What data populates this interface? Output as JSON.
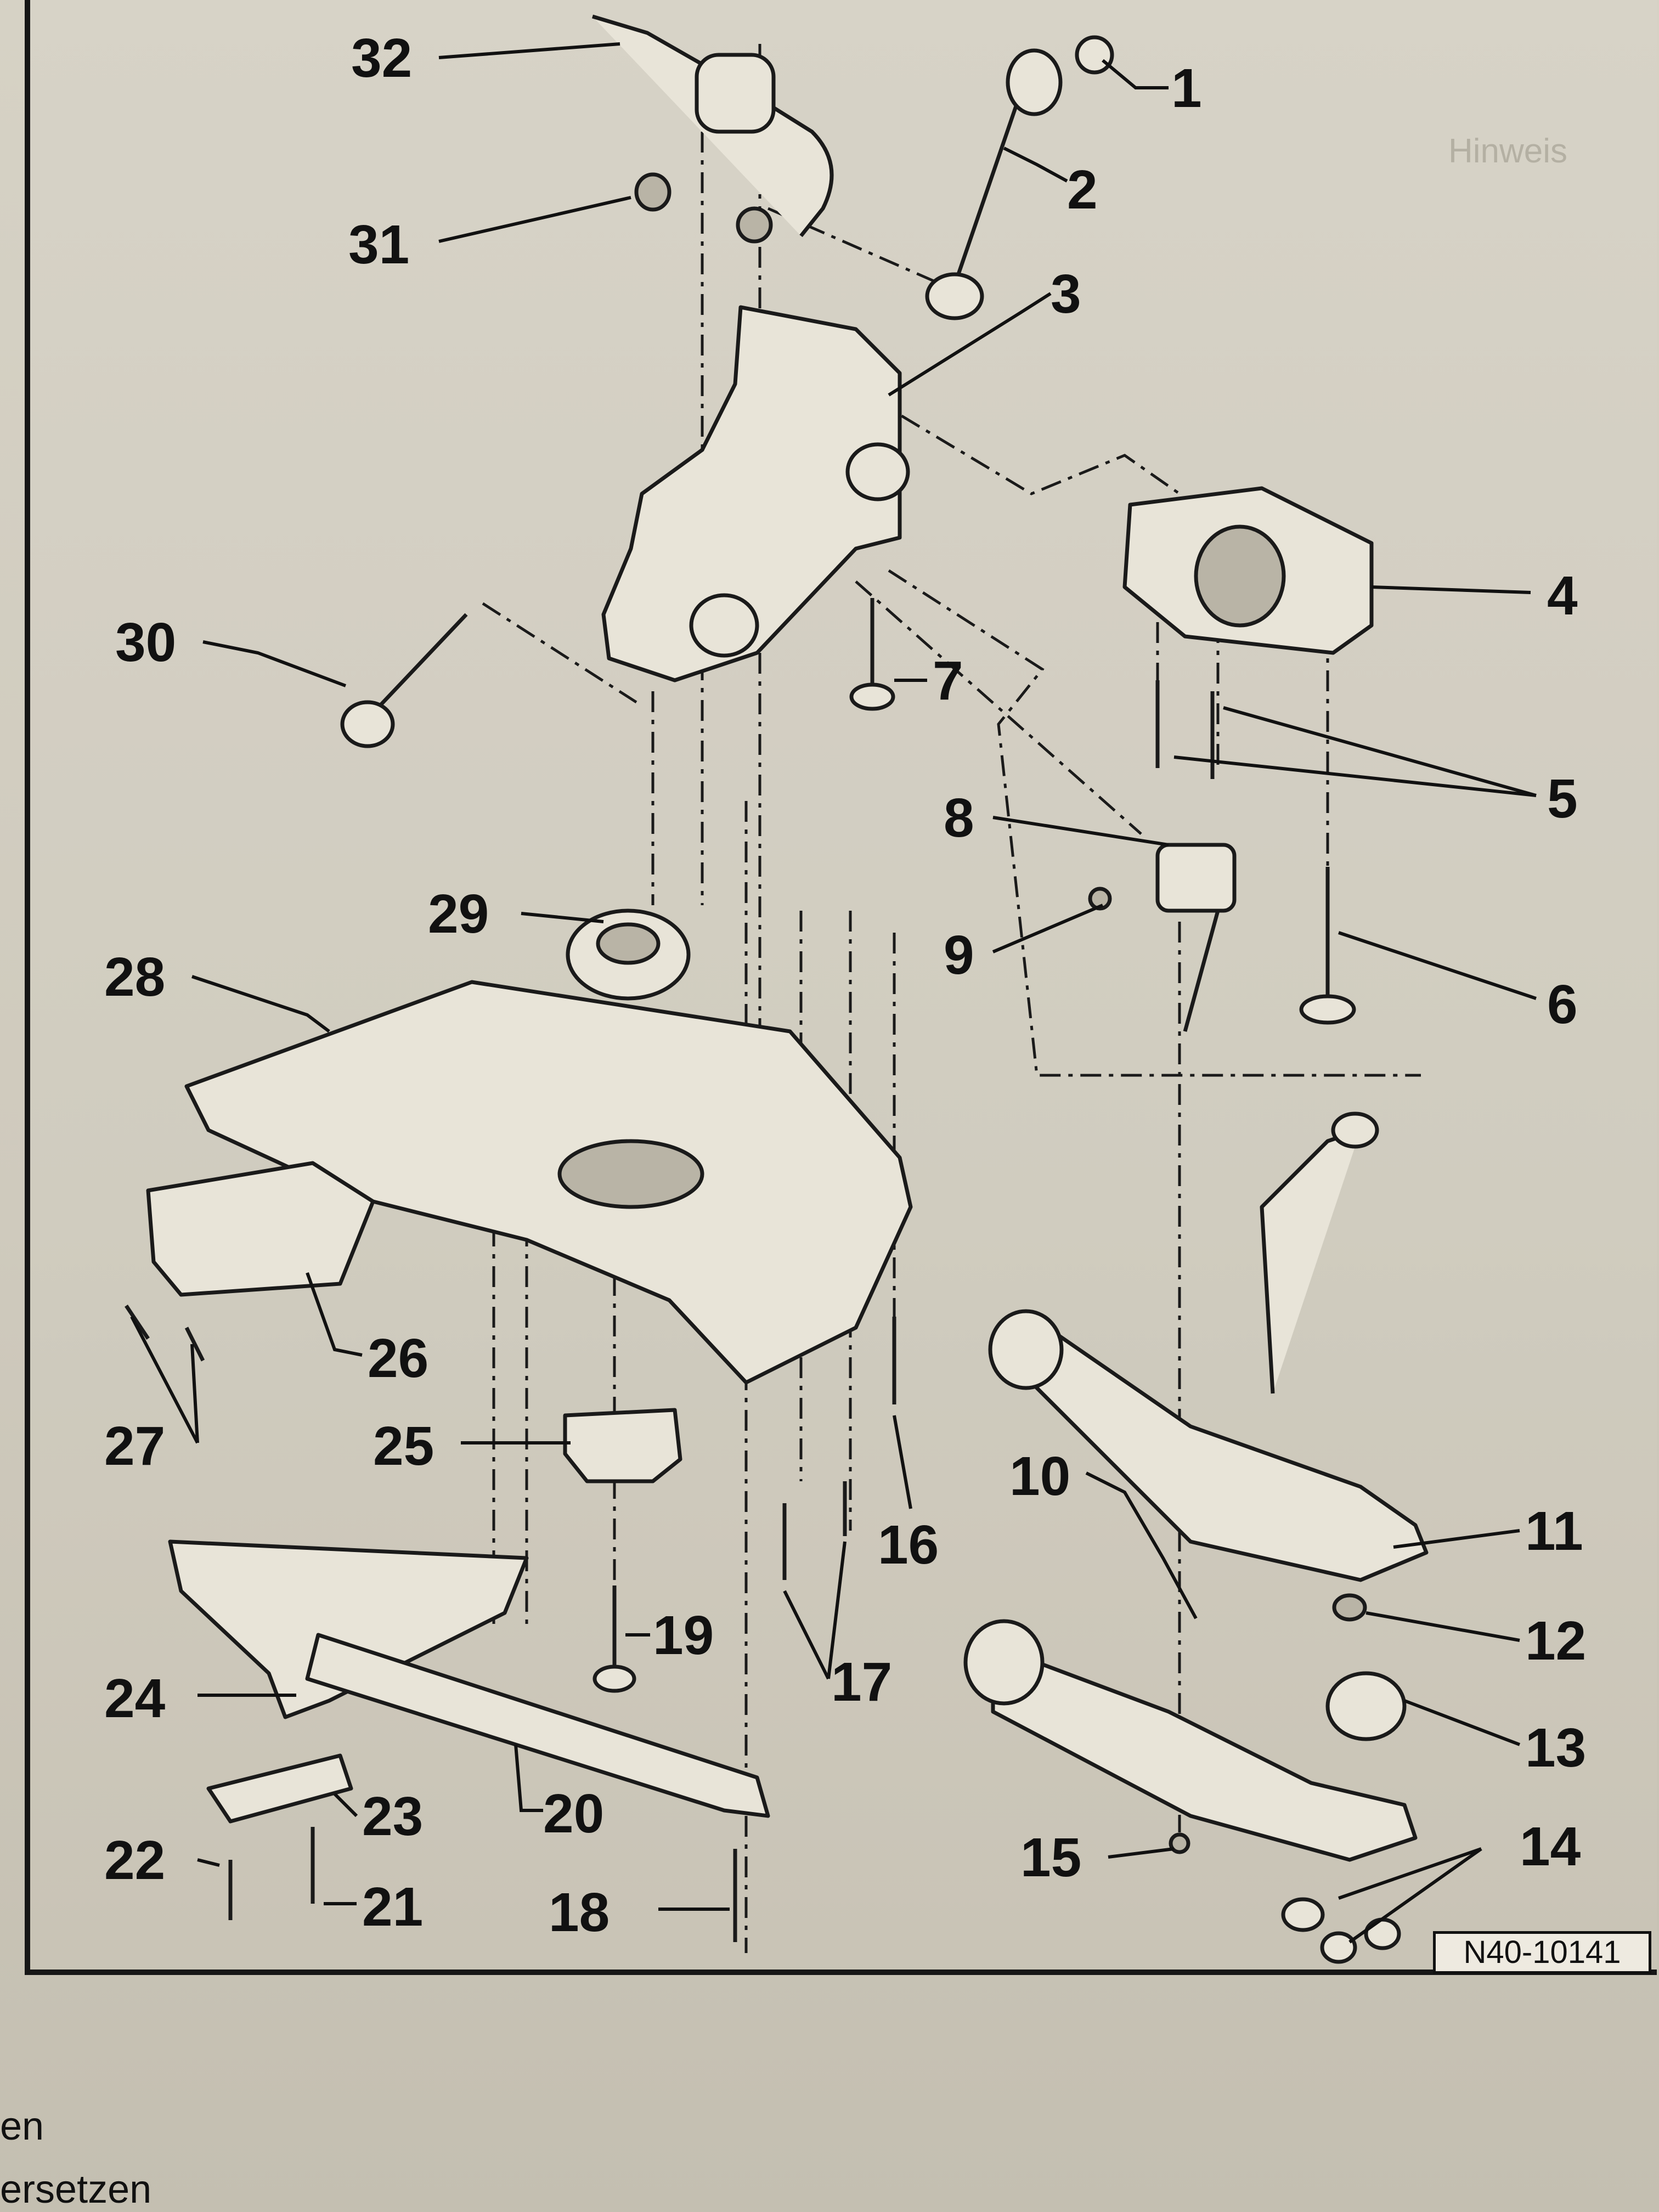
{
  "diagram": {
    "reference_code": "N40-10141",
    "callouts": [
      "1",
      "2",
      "3",
      "4",
      "5",
      "6",
      "7",
      "8",
      "9",
      "10",
      "11",
      "12",
      "13",
      "14",
      "15",
      "16",
      "17",
      "18",
      "19",
      "20",
      "21",
      "22",
      "23",
      "24",
      "25",
      "26",
      "27",
      "28",
      "29",
      "30",
      "31",
      "32"
    ]
  },
  "page_fragments": {
    "bottom_left_1": "en",
    "bottom_left_2": "ersetzen"
  },
  "colors": {
    "line": "#111111",
    "paper": "#d6d2c5"
  }
}
